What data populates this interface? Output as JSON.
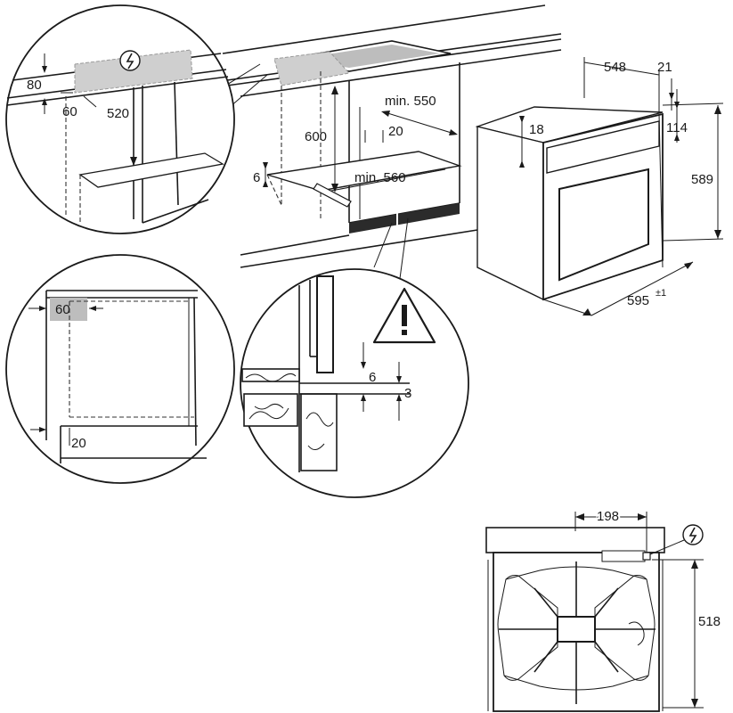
{
  "dimensions": {
    "top_circle": {
      "height_80": "80",
      "depth_60": "60",
      "depth_520": "520"
    },
    "cabinet": {
      "height_600": "600",
      "min_550": "min. 550",
      "gap_20": "20",
      "gap_6": "6",
      "min_560": "min. 560"
    },
    "oven": {
      "width_548": "548",
      "depth_21": "21",
      "h_18": "18",
      "h_114": "114",
      "height_589": "589",
      "width_595": "595",
      "tolerance": "±1"
    },
    "side_circle": {
      "depth_60": "60",
      "gap_20": "20"
    },
    "detail_circle": {
      "gap_6": "6",
      "gap_3": "3"
    },
    "rear_view": {
      "width_198": "198",
      "height_518": "518"
    }
  },
  "icons": {
    "electric": "electric-plug-icon",
    "warning": "warning-triangle-icon"
  }
}
